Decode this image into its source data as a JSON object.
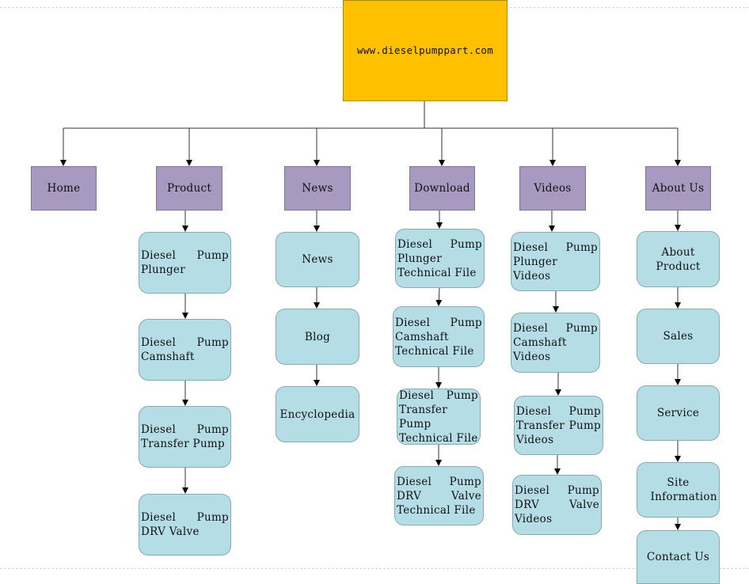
{
  "root": {
    "label": "www.dieselpumppart.com"
  },
  "categories": [
    {
      "label": "Home"
    },
    {
      "label": "Product"
    },
    {
      "label": "News"
    },
    {
      "label": "Download"
    },
    {
      "label": "Videos"
    },
    {
      "label": "About Us"
    }
  ],
  "product": [
    "Diesel Pump Plunger",
    "Diesel Pump Camshaft",
    "Diesel Pump Transfer Pump",
    "Diesel Pump DRV Valve"
  ],
  "news": [
    "News",
    "Blog",
    "Encyclopedia"
  ],
  "download": [
    "Diesel Pump Plunger Technical File",
    "Diesel Pump Camshaft Technical File",
    "Diesel Pump Transfer Pump Technical File",
    "Diesel Pump DRV Valve Technical File"
  ],
  "videos": [
    "Diesel Pump Plunger Videos",
    "Diesel Pump Camshaft Videos",
    "Diesel Pump Transfer Pump Videos",
    "Diesel Pump DRV Valve Videos"
  ],
  "about": [
    "About Product",
    "Sales",
    "Service",
    "Site Information",
    "Contact Us"
  ]
}
